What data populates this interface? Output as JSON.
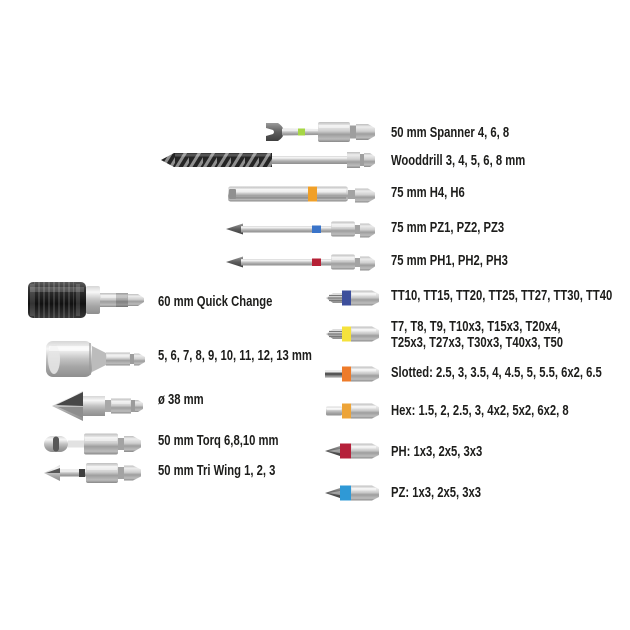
{
  "labels": {
    "spanner": "50 mm Spanner 4, 6, 8",
    "wooddrill": "Wooddrill 3, 4, 5, 6, 8 mm",
    "h75": "75 mm H4, H6",
    "pz75": "75 mm PZ1, PZ2, PZ3",
    "ph75": "75 mm PH1, PH2, PH3",
    "quick_change": "60 mm Quick Change",
    "socket": "5, 6, 7, 8, 9, 10, 11, 12, 13 mm",
    "countersink": "ø 38 mm",
    "torq": "50 mm Torq 6,8,10 mm",
    "tri_wing": "50 mm Tri Wing 1, 2, 3",
    "tt": "TT10, TT15, TT20, TT25, TT27, TT30, TT40",
    "t_line1": "T7, T8, T9, T10x3, T15x3, T20x4,",
    "t_line2": "T25x3, T27x3, T30x3, T40x3, T50",
    "slotted": "Slotted: 2.5, 3, 3.5, 4, 4.5, 5, 5.5, 6x2, 6.5",
    "hex": "Hex: 1.5, 2, 2.5, 3, 4x2, 5x2, 6x2, 8",
    "ph": "PH: 1x3, 2x5, 3x3",
    "pz": "PZ: 1x3, 2x5, 3x3"
  },
  "colors": {
    "text": "#1d1d1b",
    "band_green": "#a6d645",
    "band_yellow_orange": "#f0a028",
    "band_blue": "#3a74c9",
    "band_red": "#b52035",
    "band_indigo": "#3d4f9c",
    "band_yellow": "#f5e23c",
    "band_orange": "#ee7b2a",
    "band_amber": "#eda438",
    "band_red_small": "#b5203a",
    "band_azure": "#2f99d6",
    "background": "#ffffff"
  }
}
